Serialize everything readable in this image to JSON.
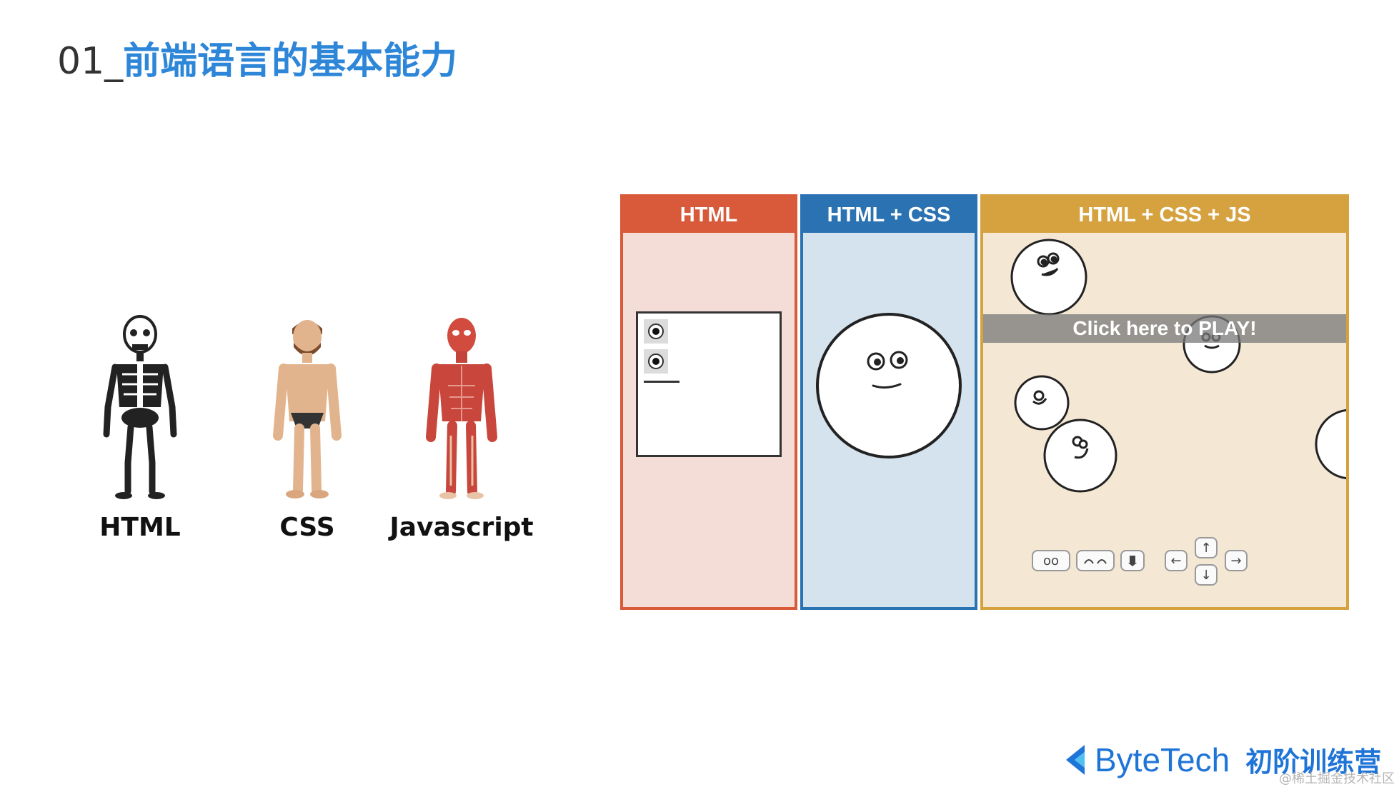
{
  "slide": {
    "title_number": "01_",
    "title_text": "前端语言的基本能力"
  },
  "figures": [
    {
      "label": "HTML",
      "icon": "skeleton-icon"
    },
    {
      "label": "CSS",
      "icon": "human-body-icon"
    },
    {
      "label": "Javascript",
      "icon": "muscle-anatomy-icon"
    }
  ],
  "panels": {
    "html": {
      "header": "HTML",
      "color": "#d85a3b"
    },
    "css": {
      "header": "HTML + CSS",
      "color": "#2b72b2"
    },
    "js": {
      "header": "HTML + CSS + JS",
      "color": "#d5a23f",
      "banner": "Click here to PLAY!"
    }
  },
  "controls": {
    "eyes_label": "oo",
    "left": "←",
    "right": "→",
    "up": "↑",
    "down": "↓"
  },
  "brand": {
    "name": "ByteTech",
    "subtitle": "初阶训练营",
    "watermark": "@稀土掘金技术社区",
    "accent": "#1f74d8"
  }
}
